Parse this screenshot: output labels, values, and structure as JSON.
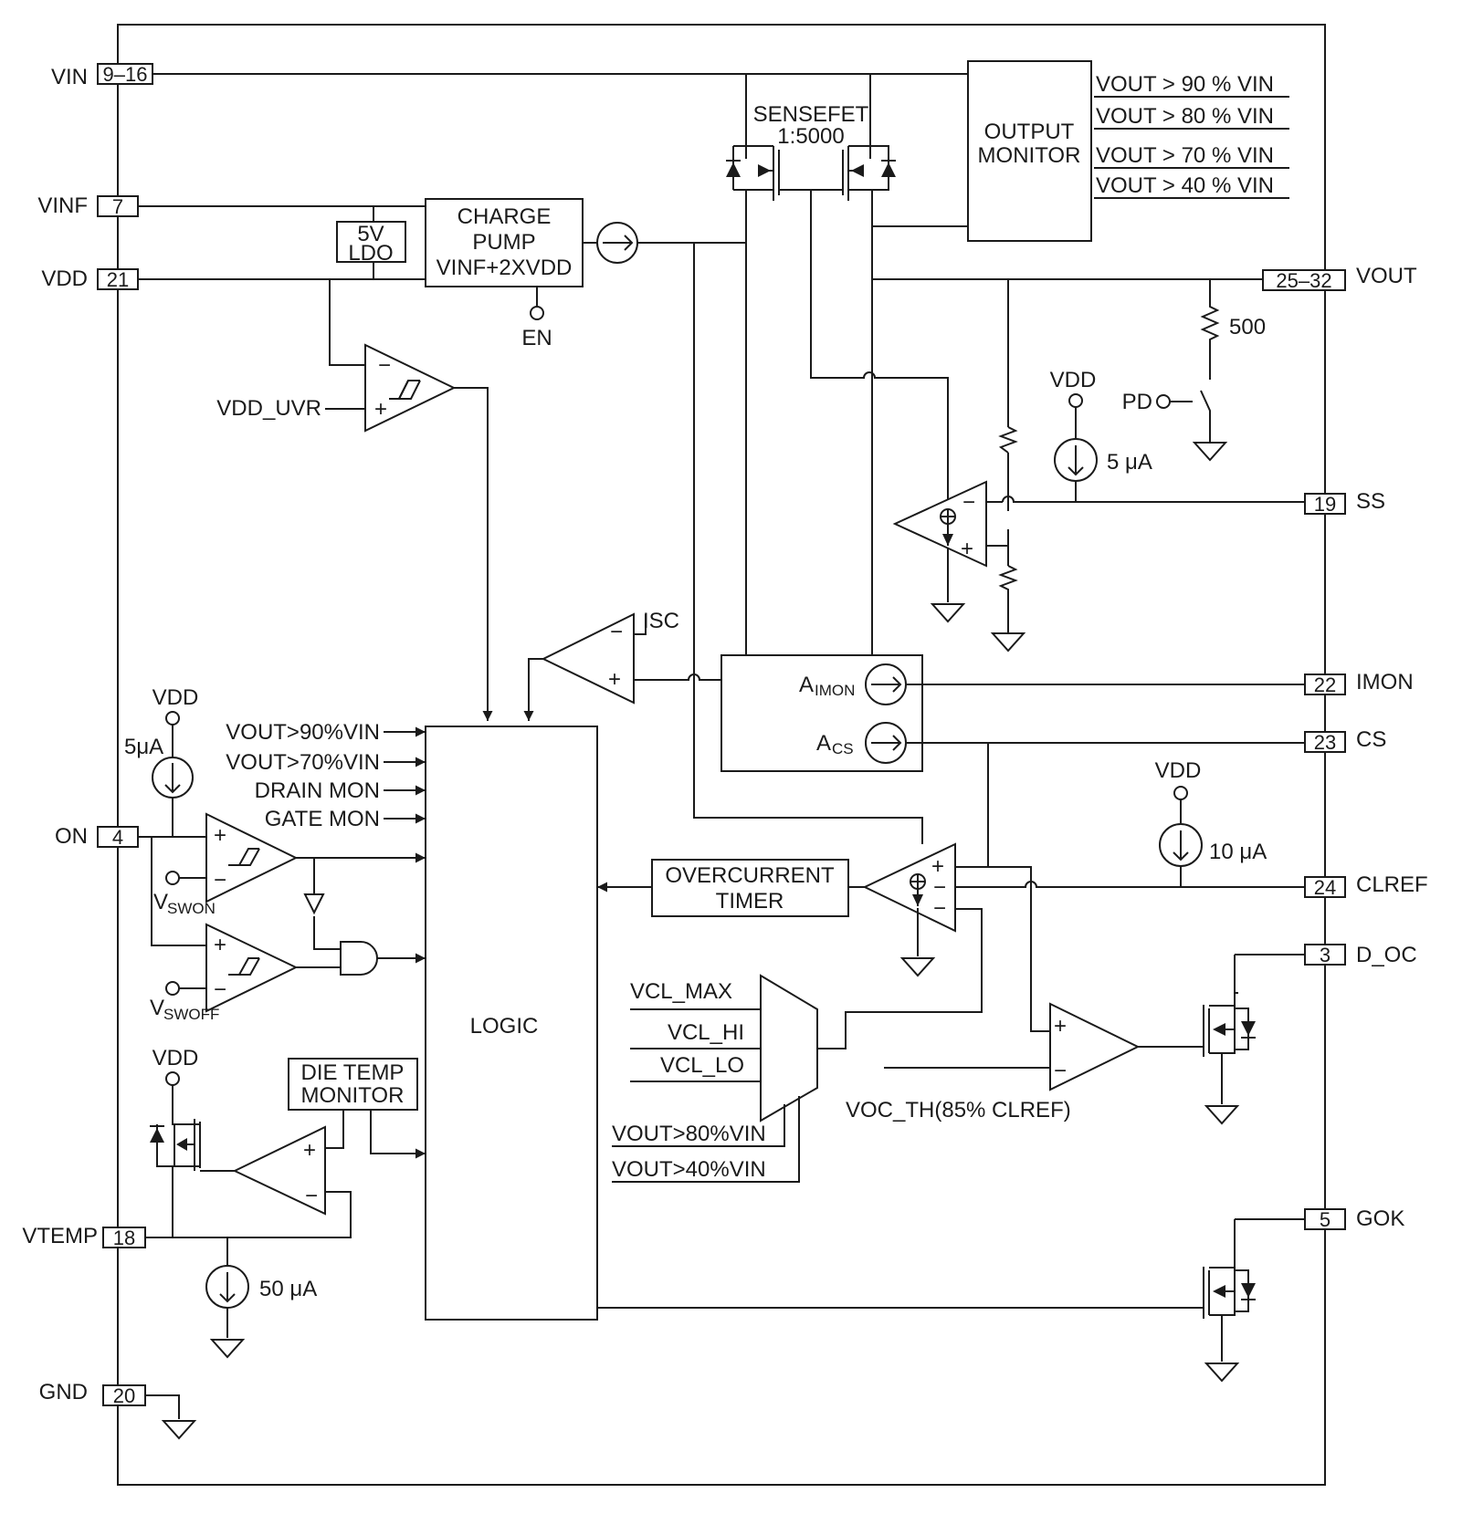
{
  "pins": [
    {
      "name": "VIN",
      "num": "9–16"
    },
    {
      "name": "VINF",
      "num": "7"
    },
    {
      "name": "VDD",
      "num": "21"
    },
    {
      "name": "ON",
      "num": "4"
    },
    {
      "name": "VTEMP",
      "num": "18"
    },
    {
      "name": "GND",
      "num": "20"
    },
    {
      "name": "VOUT",
      "num": "25–32"
    },
    {
      "name": "SS",
      "num": "19"
    },
    {
      "name": "IMON",
      "num": "22"
    },
    {
      "name": "CS",
      "num": "23"
    },
    {
      "name": "CLREF",
      "num": "24"
    },
    {
      "name": "D_OC",
      "num": "3"
    },
    {
      "name": "GOK",
      "num": "5"
    }
  ],
  "blocks": {
    "ldo": [
      "5V",
      "LDO"
    ],
    "charge_pump": [
      "CHARGE",
      "PUMP",
      "VINF+2XVDD"
    ],
    "sensefet": [
      "SENSEFET",
      "1:5000"
    ],
    "output_monitor": [
      "OUTPUT",
      "MONITOR"
    ],
    "logic": "LOGIC",
    "overcurrent_timer": [
      "OVERCURRENT",
      "TIMER"
    ],
    "die_temp_monitor": [
      "DIE TEMP",
      "MONITOR"
    ],
    "a_imon": {
      "main": "A",
      "sub": "IMON"
    },
    "a_cs": {
      "main": "A",
      "sub": "CS"
    }
  },
  "monitor_outputs": [
    "VOUT > 90 % VIN",
    "VOUT > 80 % VIN",
    "VOUT > 70 % VIN",
    "VOUT > 40 % VIN"
  ],
  "logic_inputs": [
    "VOUT>90%VIN",
    "VOUT>70%VIN",
    "DRAIN MON",
    "GATE MON"
  ],
  "mux_inputs": [
    "VCL_MAX",
    "VCL_HI",
    "VCL_LO"
  ],
  "mux_selects": [
    "VOUT>80%VIN",
    "VOUT>40%VIN"
  ],
  "labels": {
    "en": "EN",
    "vdd_uvr": "VDD_UVR",
    "isc": "ISC",
    "pd": "PD",
    "r_500": "500",
    "i_5ua_ss": "5 μA",
    "i_5ua_on": "5μA",
    "i_10ua": "10 μA",
    "i_50ua": "50 μA",
    "voc_th": "VOC_TH(85% CLREF)",
    "vdd": "VDD",
    "vswon": {
      "main": "V",
      "sub": "SWON"
    },
    "vswoff": {
      "main": "V",
      "sub": "SWOFF"
    },
    "plus": "+",
    "minus": "−"
  }
}
